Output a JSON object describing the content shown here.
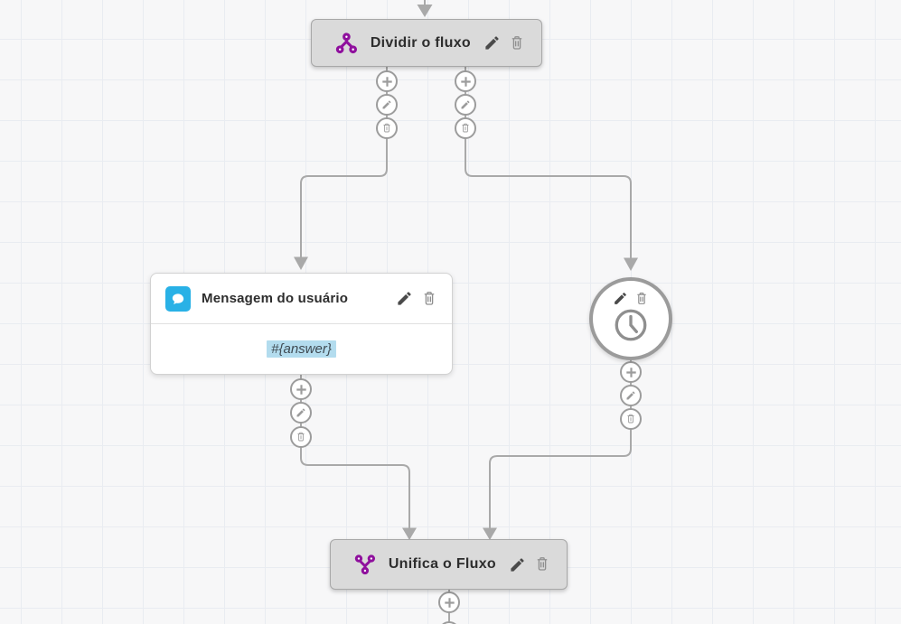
{
  "nodes": {
    "split": {
      "title": "Dividir o fluxo"
    },
    "user_message": {
      "title": "Mensagem do usuário",
      "variable": "#{answer}"
    },
    "timer": {
      "type": "wait"
    },
    "merge": {
      "title": "Unifica o Fluxo"
    }
  },
  "icons": {
    "split": "split-flow-icon",
    "user_message": "chat-bubble-icon",
    "timer": "clock-icon",
    "merge": "merge-flow-icon",
    "wire_buttons": [
      "plus-icon",
      "pencil-icon",
      "trash-icon"
    ]
  },
  "colors": {
    "accent_purple": "#8f109d",
    "chat_blue": "#29b1e6",
    "variable_highlight": "#b3dcee",
    "node_gray": "#dadada",
    "connector_gray": "#a9a9a9",
    "canvas_bg": "#f7f7f8",
    "grid_line": "#e9ecf1"
  }
}
